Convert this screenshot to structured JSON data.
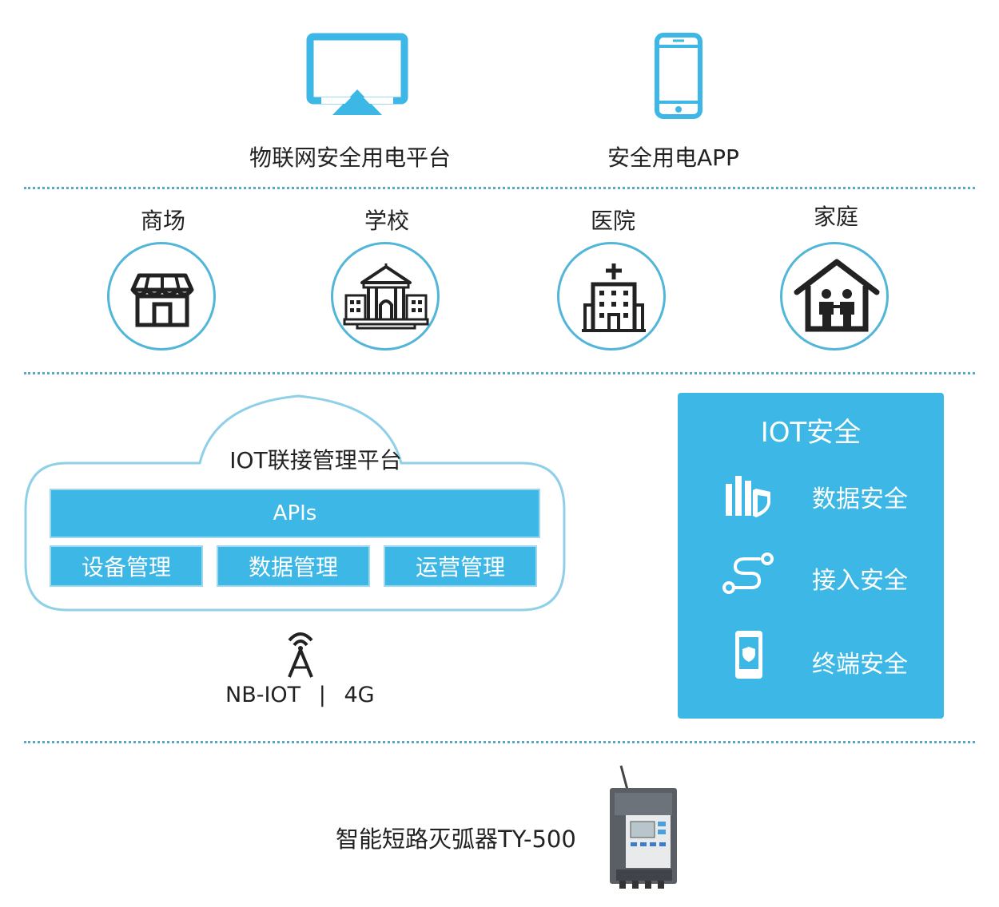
{
  "top": {
    "platform_label": "物联网安全用电平台",
    "app_label": "安全用电APP",
    "platform_icon": "monitor-icon",
    "app_icon": "smartphone-icon"
  },
  "scenes": [
    {
      "label": "商场",
      "icon": "store-icon"
    },
    {
      "label": "学校",
      "icon": "school-icon"
    },
    {
      "label": "医院",
      "icon": "hospital-icon"
    },
    {
      "label": "家庭",
      "icon": "home-family-icon"
    }
  ],
  "iot_platform": {
    "title": "IOT联接管理平台",
    "apis_label": "APIs",
    "modules": [
      "设备管理",
      "数据管理",
      "运营管理"
    ]
  },
  "network": {
    "nb": "NB-IOT",
    "sep": "|",
    "g4": "4G",
    "icon": "antenna-icon"
  },
  "security": {
    "title": "IOT安全",
    "items": [
      {
        "label": "数据安全",
        "icon": "data-shield-icon"
      },
      {
        "label": "接入安全",
        "icon": "access-route-icon"
      },
      {
        "label": "终端安全",
        "icon": "terminal-shield-icon"
      }
    ]
  },
  "device": {
    "label": "智能短路灭弧器TY-500",
    "icon": "device-icon"
  },
  "colors": {
    "accent": "#3cb7e6",
    "circle_border": "#52b6d8",
    "dashed_line": "#5aa7c4"
  }
}
